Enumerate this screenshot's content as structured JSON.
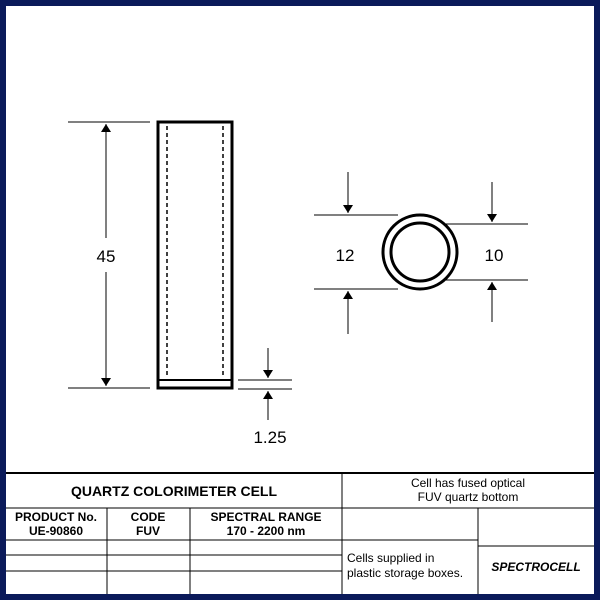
{
  "drawing": {
    "dimensions": {
      "height": "45",
      "bottom_thickness": "1.25",
      "outer_diameter": "12",
      "inner_diameter": "10"
    }
  },
  "title_block": {
    "title": "QUARTZ COLORIMETER CELL",
    "note_top": [
      "Cell has fused optical",
      "FUV quartz bottom"
    ],
    "headers": {
      "product_no": "PRODUCT No.",
      "code": "CODE",
      "spectral_range": "SPECTRAL RANGE"
    },
    "row": {
      "product_no": "UE-90860",
      "code": "FUV",
      "spectral_range": "170 - 2200 nm"
    },
    "note_bottom": [
      "Cells supplied in",
      "plastic storage boxes."
    ],
    "brand": "SPECTROCELL"
  },
  "colors": {
    "frame": "#0b1a5a",
    "line": "#000000"
  }
}
